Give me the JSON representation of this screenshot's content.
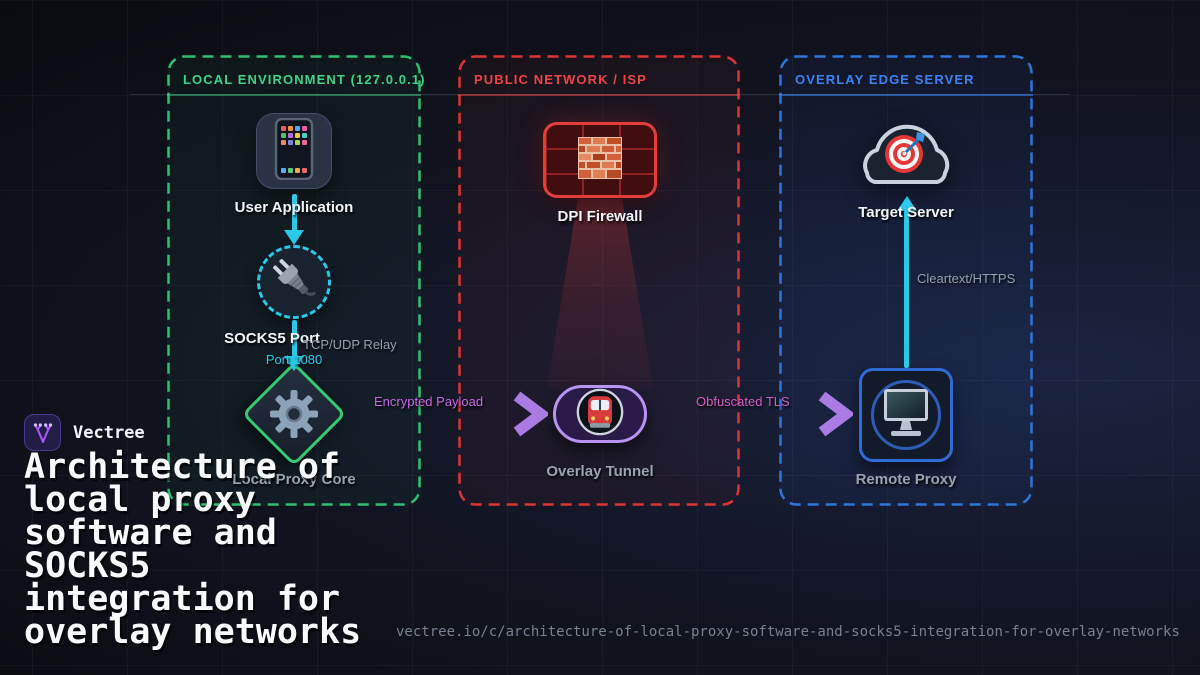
{
  "brand": {
    "name": "Vectree",
    "logo_icon": "vectree-v-branch-icon"
  },
  "title": "Architecture of local proxy software and SOCKS5 integration for overlay networks",
  "title_lines": [
    "Architecture of",
    "local proxy",
    "software and",
    "SOCKS5",
    "integration for",
    "overlay networks"
  ],
  "footer": {
    "url": "vectree.io/c/architecture-of-local-proxy-software-and-socks5-integration-for-overlay-networks"
  },
  "zones": [
    {
      "id": "local",
      "header": "LOCAL ENVIRONMENT (127.0.0.1)",
      "accent": "#3ed488"
    },
    {
      "id": "public",
      "header": "PUBLIC NETWORK / ISP",
      "accent": "#ee4444"
    },
    {
      "id": "overlay",
      "header": "OVERLAY EDGE SERVER",
      "accent": "#3b82f6"
    }
  ],
  "nodes": {
    "user_application": {
      "label": "User Application",
      "icon": "mobile-phone-icon"
    },
    "socks5_port": {
      "label": "SOCKS5 Port",
      "port": "Port 1080",
      "icon": "plug-icon"
    },
    "local_proxy_core": {
      "label": "Local Proxy Core",
      "icon": "gear-icon"
    },
    "dpi_firewall": {
      "label": "DPI Firewall",
      "icon": "brick-wall-icon"
    },
    "overlay_tunnel": {
      "label": "Overlay Tunnel",
      "icon": "metro-train-icon"
    },
    "target_server": {
      "label": "Target Server",
      "icon": "target-bullseye-icon"
    },
    "remote_proxy": {
      "label": "Remote Proxy",
      "icon": "desktop-monitor-icon"
    }
  },
  "edge_labels": {
    "tcp_udp_relay": "TCP/UDP Relay",
    "encrypted_payload": "Encrypted Payload",
    "obfuscated_tls": "Obfuscated TLS",
    "cleartext_https": "Cleartext/HTTPS"
  },
  "colors": {
    "background": "#0b0c12",
    "grid_line": "#94a3b8",
    "local_accent": "#3ed488",
    "public_accent": "#e84141",
    "overlay_accent": "#3b82f6",
    "arrow_cyan": "#2bc9e8",
    "chevron_purple": "#ab7be4",
    "encrypted_payload_label": "#c964e6",
    "obfuscated_tls_label": "#d45cc3",
    "muted_label": "#93a0b1",
    "white_label": "#f2f5f8"
  }
}
